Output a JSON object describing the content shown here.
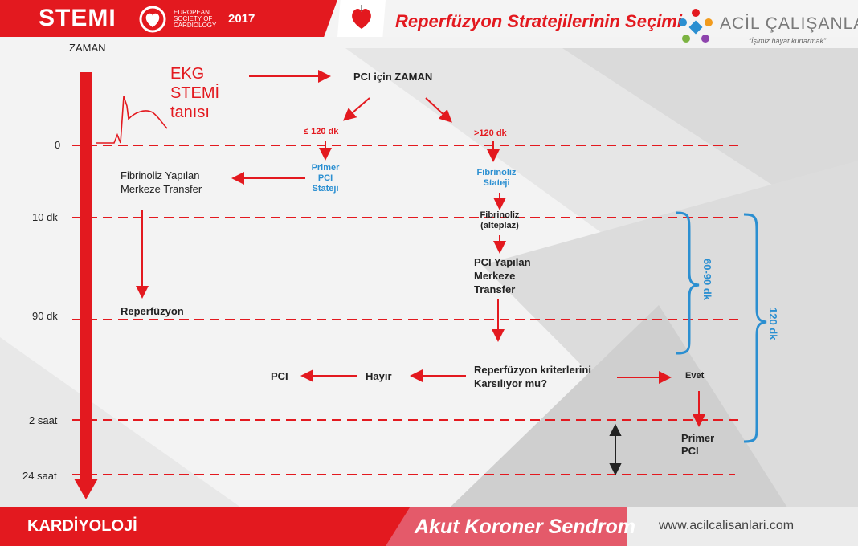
{
  "header": {
    "stemi": "STEMI",
    "esc_text": "EUROPEAN SOCIETY OF CARDIOLOGY",
    "year": "2017",
    "title": "Reperfüzyon Stratejilerinin Seçimi",
    "brand": "ACİL ÇALIŞANLARI",
    "slogan": "“İşimiz hayat kurtarmak”"
  },
  "timeline": {
    "label": "ZAMAN",
    "ticks": [
      "0",
      "10 dk",
      "90 dk",
      "2 saat",
      "24 saat"
    ]
  },
  "flow": {
    "ekg": "EKG STEMİ tanısı",
    "pci_time": "PCI için ZAMAN",
    "le120": "≤ 120 dk",
    "gt120": ">120 dk",
    "primer_pci_strategy": "Primer PCI Stateji",
    "fibrinoliz_strategy": "Fibrinoliz Stateji",
    "fibrinoliz_center": "Fibrinoliz Yapılan Merkeze Transfer",
    "fibrinoliz_alteplaz": "Fibrinoliz (alteplaz)",
    "pci_center": "PCI Yapılan Merkeze Transfer",
    "reperfuzyon": "Reperfüzyon",
    "criteria": "Reperfüzyon kriterlerini Karsılıyor mu?",
    "hayir": "Hayır",
    "pci": "PCI",
    "evet": "Evet",
    "primer_pci": "Primer PCI",
    "brace_60_90": "60-90 dk",
    "brace_120": "120 dk"
  },
  "footer": {
    "left": "KARDİYOLOJİ",
    "middle": "Akut Koroner Sendrom",
    "right": "www.acilcalisanlari.com"
  },
  "colors": {
    "red": "#e3191f",
    "blue": "#2b8fd1",
    "dark": "#222222"
  }
}
